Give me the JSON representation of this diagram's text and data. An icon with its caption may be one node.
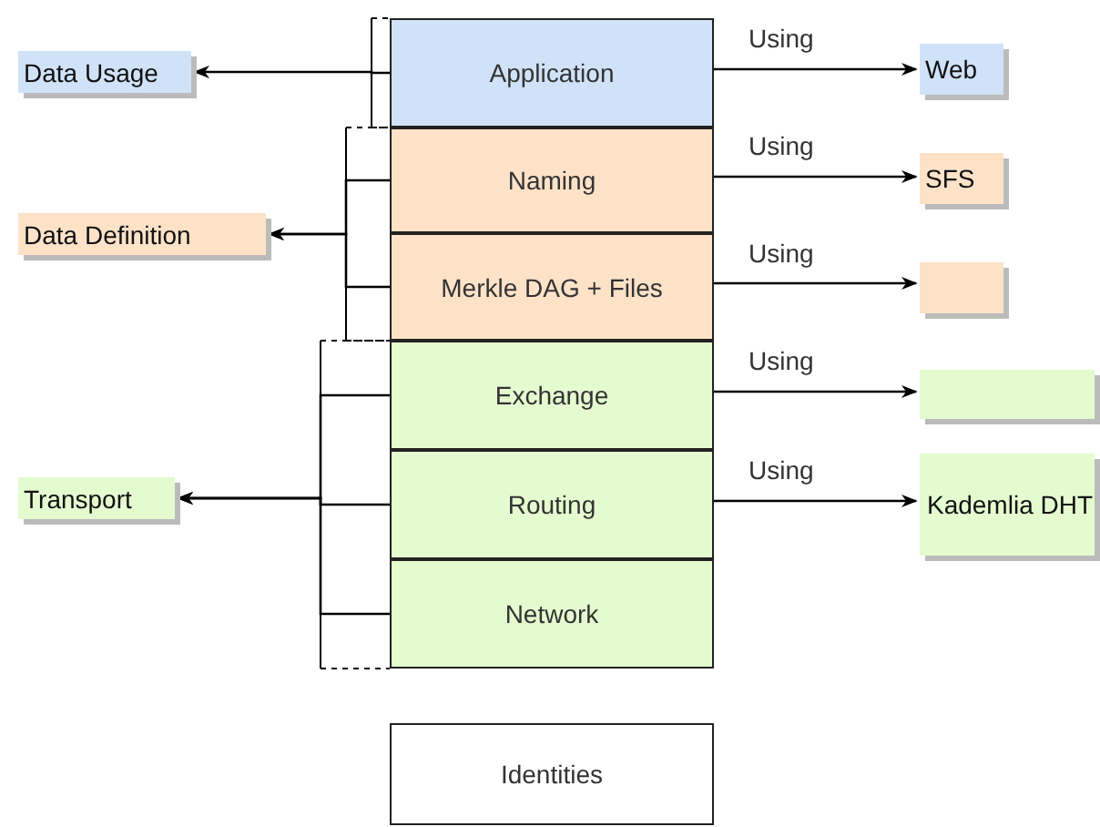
{
  "diagram": {
    "nodes": [
      {
        "text": [
          "Data Usage"
        ]
      },
      {
        "text": [
          "Application"
        ]
      },
      {
        "text": [
          "Web"
        ]
      },
      {
        "text": [
          "Data Definition"
        ]
      },
      {
        "text": [
          "Naming"
        ]
      },
      {
        "text": [
          "SFS"
        ]
      },
      {
        "text": [
          "Merkle DAG + Files"
        ]
      },
      {
        "text": [],
        "shape": "box"
      },
      {
        "text": [
          "Transport"
        ]
      },
      {
        "text": [
          "Exchange"
        ]
      },
      {
        "text": [],
        "shape": "box"
      },
      {
        "text": [
          "Routing"
        ]
      },
      {
        "text": [
          "Kademlia DHT"
        ]
      },
      {
        "text": [
          "Network"
        ]
      },
      {
        "text": [
          "Identities"
        ]
      }
    ],
    "edges": [
      {
        "from": 1,
        "to": 0,
        "arrow": "to"
      },
      {
        "from": 4,
        "to": 3,
        "arrow": "to"
      },
      {
        "from": 6,
        "to": 3,
        "arrow": "to"
      },
      {
        "from": 9,
        "to": 8,
        "arrow": "to"
      },
      {
        "from": 11,
        "to": 8,
        "arrow": "to"
      },
      {
        "from": 13,
        "to": 8,
        "arrow": "to"
      },
      {
        "from": 1,
        "to": 2,
        "arrow": "to",
        "label": "Using"
      },
      {
        "from": 4,
        "to": 5,
        "arrow": "to",
        "label": "Using"
      },
      {
        "from": 6,
        "to": 7,
        "arrow": "to",
        "label": "Using"
      },
      {
        "from": 9,
        "to": 10,
        "arrow": "to",
        "label": "Using"
      },
      {
        "from": 11,
        "to": 12,
        "arrow": "to",
        "label": "Using"
      }
    ]
  }
}
